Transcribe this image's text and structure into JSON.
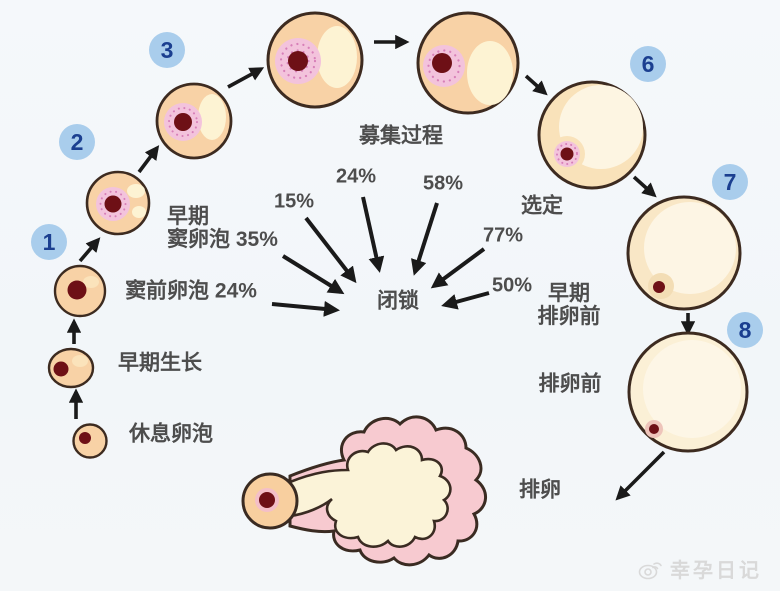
{
  "diagram": {
    "stage_badges": [
      "1",
      "2",
      "3",
      "6",
      "7",
      "8"
    ],
    "labels": {
      "resting": "休息卵泡",
      "early_growth": "早期生长",
      "preantral": "窦前卵泡 24%",
      "early_antral_line1": "早期",
      "early_antral_line2": "窦卵泡 35%",
      "recruitment": "募集过程",
      "selection": "选定",
      "early_preovulatory_line1": "早期",
      "early_preovulatory_line2": "排卵前",
      "preovulatory": "排卵前",
      "ovulation": "排卵",
      "atresia": "闭锁"
    },
    "atresia_percentages": {
      "p15": "15%",
      "p24": "24%",
      "p58": "58%",
      "p77": "77%",
      "p50": "50%"
    },
    "watermark": "幸孕日记",
    "colors": {
      "background": "#f3f6f9",
      "badge_bg": "#a9cdec",
      "badge_text": "#1b3f90",
      "text": "#4d4d4d",
      "follicle_peach": "#f8d2a6",
      "follicle_cream": "#fdf3d3",
      "speckle_pink": "#f3c3dc",
      "nucleus_dark_red": "#6e1016",
      "outline_brown": "#3d2b20",
      "blob_pink": "#f7cad0",
      "arrow_black": "#1a1a1a"
    }
  }
}
